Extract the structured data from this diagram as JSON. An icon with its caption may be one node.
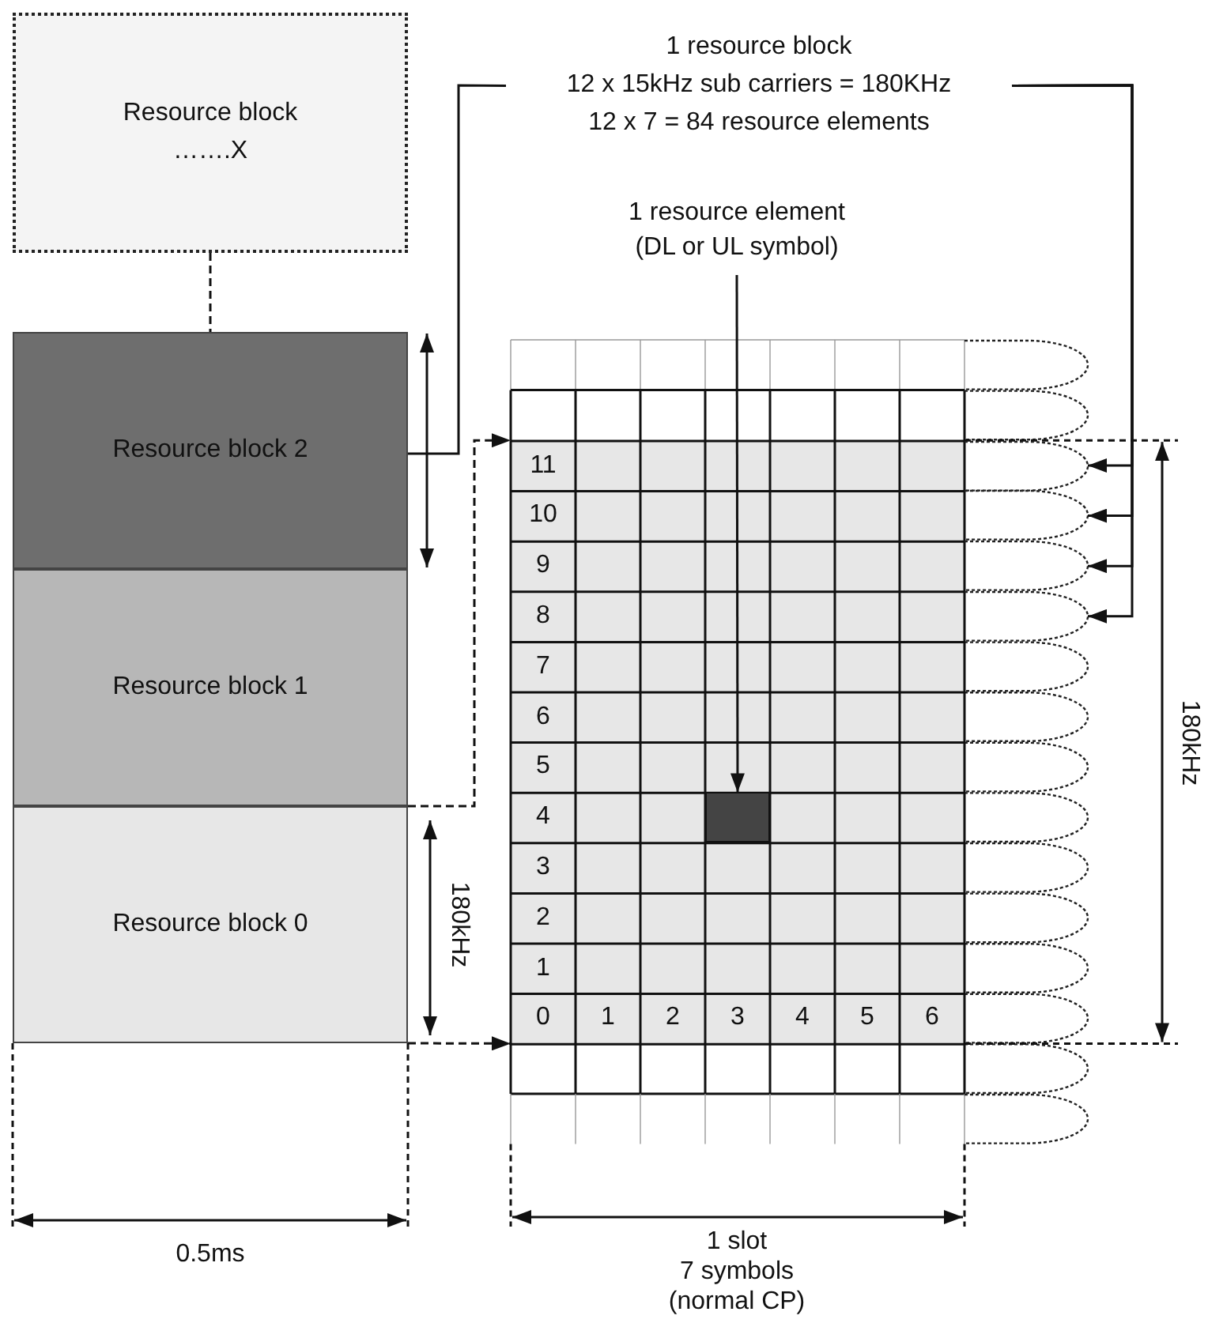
{
  "diagram": {
    "nodes": [
      {
        "text": [
          "Resource block …….X"
        ]
      },
      {
        "text": [
          "1 resource block",
          "12 x 15kHz sub carriers = 180KHz",
          "12 x 7 = 84 resource elements"
        ]
      },
      {
        "text": [
          "1 resource element (DL or UL symbol)"
        ]
      },
      {
        "text": [
          "Resource block 2"
        ]
      },
      {
        "text": [
          "Resource block 1"
        ]
      },
      {
        "text": [
          "Resource block 0"
        ]
      },
      {
        "text": [],
        "shape": "box"
      },
      {
        "text": [],
        "shape": "box",
        "in": 6
      },
      {
        "text": [],
        "shape": "ellipse"
      },
      {
        "text": [],
        "shape": "ellipse"
      },
      {
        "text": [],
        "shape": "ellipse"
      },
      {
        "text": [],
        "shape": "ellipse"
      }
    ],
    "edges": [
      {
        "from": 0,
        "to": 3,
        "arrow": "none",
        "style": "dashed"
      },
      {
        "from": 1,
        "to": 3,
        "arrow": "none"
      },
      {
        "from": 2,
        "to": 7,
        "arrow": "to"
      },
      {
        "from": 5,
        "to": 6,
        "arrow": "to",
        "style": "dashed"
      },
      {
        "from": 5,
        "to": 6,
        "arrow": "to",
        "style": "dashed"
      },
      {
        "from": 1,
        "to": 8,
        "arrow": "to"
      },
      {
        "from": 1,
        "to": 9,
        "arrow": "to"
      },
      {
        "from": 1,
        "to": 10,
        "arrow": "to"
      },
      {
        "from": 1,
        "to": 11,
        "arrow": "to"
      }
    ],
    "labels": [
      "11",
      "10",
      "9",
      "8",
      "7",
      "6",
      "5",
      "4",
      "3",
      "2",
      "1",
      "0",
      "1",
      "2",
      "3",
      "4",
      "5",
      "6",
      "180kHz",
      "180kHz",
      "0.5ms",
      "1 slot",
      "7 symbols",
      "(normal CP)"
    ]
  }
}
